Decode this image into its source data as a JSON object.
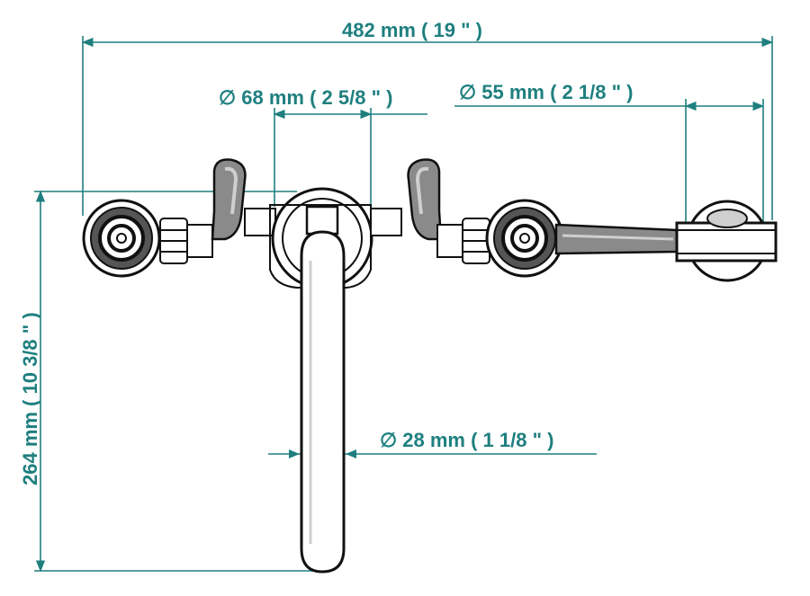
{
  "colors": {
    "dimension": "#1f7f7f",
    "outline": "#111111",
    "part_gray": "#8a8a8a",
    "part_light": "#cfcfcf",
    "background": "#ffffff"
  },
  "dimensions": {
    "overall_width": "482 mm ( 19 \" )",
    "body_diameter": "∅  68 mm ( 2 5/8 \" )",
    "handle_diameter": "∅  55 mm ( 2 1/8 \" )",
    "spout_diameter": "∅  28 mm ( 1 1/8 \" )",
    "overall_height": "264 mm ( 10 3/8 \" )"
  }
}
